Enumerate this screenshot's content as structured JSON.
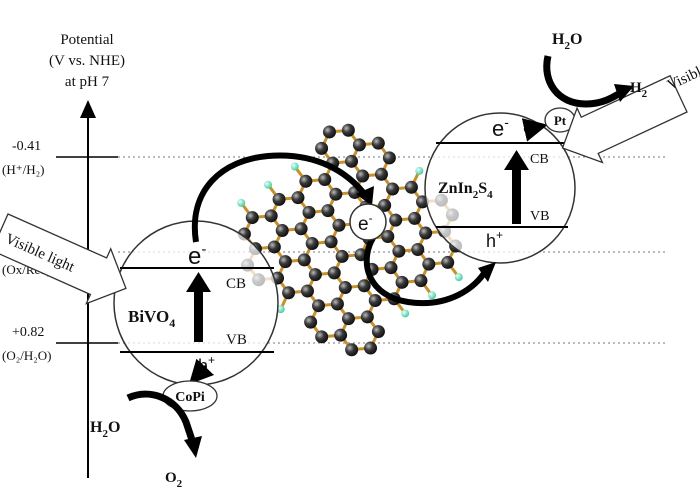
{
  "axis": {
    "title_line1": "Potential",
    "title_line2": "(V vs. NHE)",
    "title_line3": "at pH 7",
    "level_h2_value": "-0.41",
    "level_h2_couple": "(H⁺/H₂)",
    "level_redox": "(Ox/Red)",
    "level_o2_value": "+0.82",
    "level_o2_couple": "(O₂/H₂O)"
  },
  "left_semiconductor": {
    "name_main": "BiVO",
    "name_sub": "4",
    "cb": "CB",
    "vb": "VB",
    "electron": "e",
    "electron_sup": "-",
    "hole": "h",
    "hole_sup": "+",
    "cocatalyst": "CoPi",
    "light_label": "Visible light",
    "reactant": "H",
    "reactant_sub": "2",
    "reactant_tail": "O",
    "product": "O",
    "product_sub": "2"
  },
  "right_semiconductor": {
    "name_a": "ZnIn",
    "name_sub_a": "2",
    "name_b": "S",
    "name_sub_b": "4",
    "cb": "CB",
    "vb": "VB",
    "electron": "e",
    "electron_sup": "-",
    "hole": "h",
    "hole_sup": "+",
    "cocatalyst": "Pt",
    "light_label": "Visible light",
    "reactant": "H",
    "reactant_sub": "2",
    "reactant_tail": "O",
    "product": "H",
    "product_sub": "2"
  },
  "mediator": {
    "electron": "e",
    "electron_sup": "-"
  },
  "colors": {
    "carbon_atom": "#3a3a3a",
    "cc_bond": "#c8902a",
    "hydrogen_atom": "#6fe0c0",
    "dashed_line": "#777777"
  }
}
